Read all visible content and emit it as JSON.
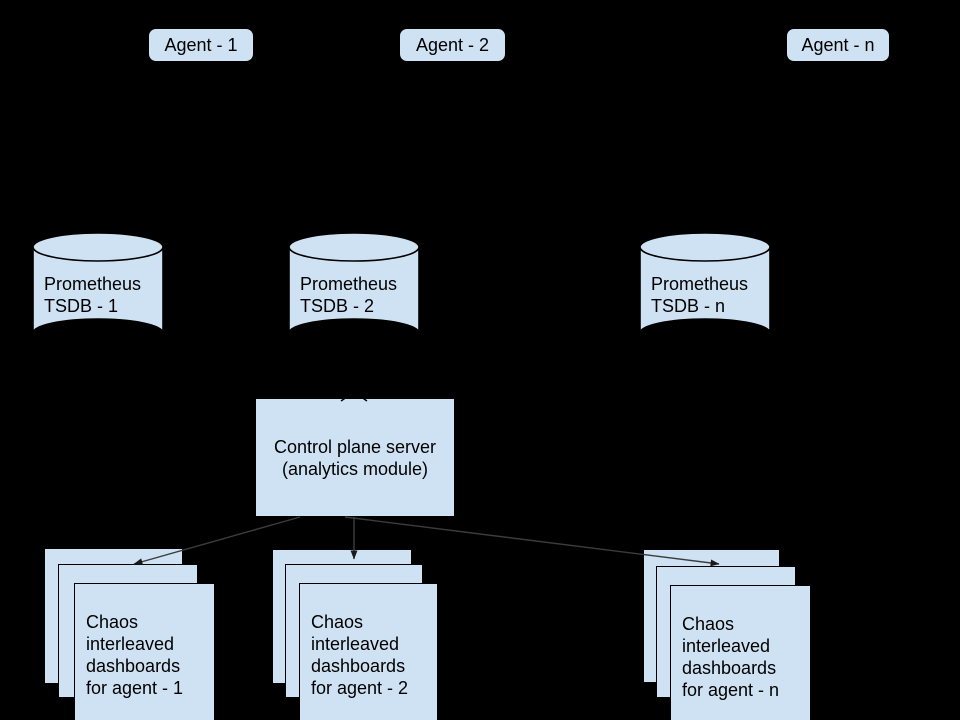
{
  "colors": {
    "background": "#000000",
    "shape_fill": "#cfe2f3",
    "shape_border": "#000000",
    "connector": "#3c3c3c",
    "arrowhead": "#1a1a1a",
    "text": "#000000"
  },
  "agents": [
    {
      "label": "Agent - 1"
    },
    {
      "label": "Agent - 2"
    },
    {
      "label": "Agent - n"
    }
  ],
  "tsdbs": [
    {
      "label": "Prometheus\nTSDB - 1"
    },
    {
      "label": "Prometheus\nTSDB - 2"
    },
    {
      "label": "Prometheus\nTSDB - n"
    }
  ],
  "control_plane": {
    "label": "Control plane server\n(analytics module)"
  },
  "dashboards": [
    {
      "label": "Chaos\ninterleaved\ndashboards\nfor agent - 1"
    },
    {
      "label": "Chaos\ninterleaved\ndashboards\nfor agent - 2"
    },
    {
      "label": "Chaos\ninterleaved\ndashboards\nfor agent - n"
    }
  ]
}
